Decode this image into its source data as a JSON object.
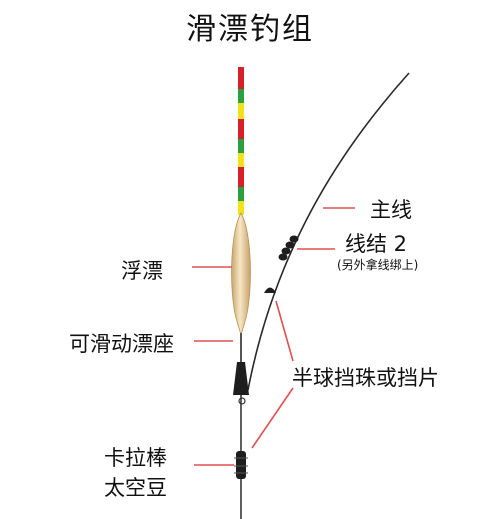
{
  "title": "滑漂钓组",
  "labels": {
    "main_line": "主线",
    "line_knot": "线结 2",
    "line_knot_note": "(另外拿线绑上)",
    "float": "浮漂",
    "sliding_float_seat": "可滑动漂座",
    "bead_stopper": "半球挡珠或挡片",
    "stopper_line1": "卡拉棒",
    "stopper_line2": "太空豆"
  },
  "colors": {
    "pointer": "#e05050",
    "line": "#2a2a2a",
    "float_body": "#e8cc95",
    "float_highlight": "#f6e7c4",
    "tip_red": "#d8202a",
    "tip_green": "#2aa040",
    "tip_yellow": "#f2e21a"
  }
}
